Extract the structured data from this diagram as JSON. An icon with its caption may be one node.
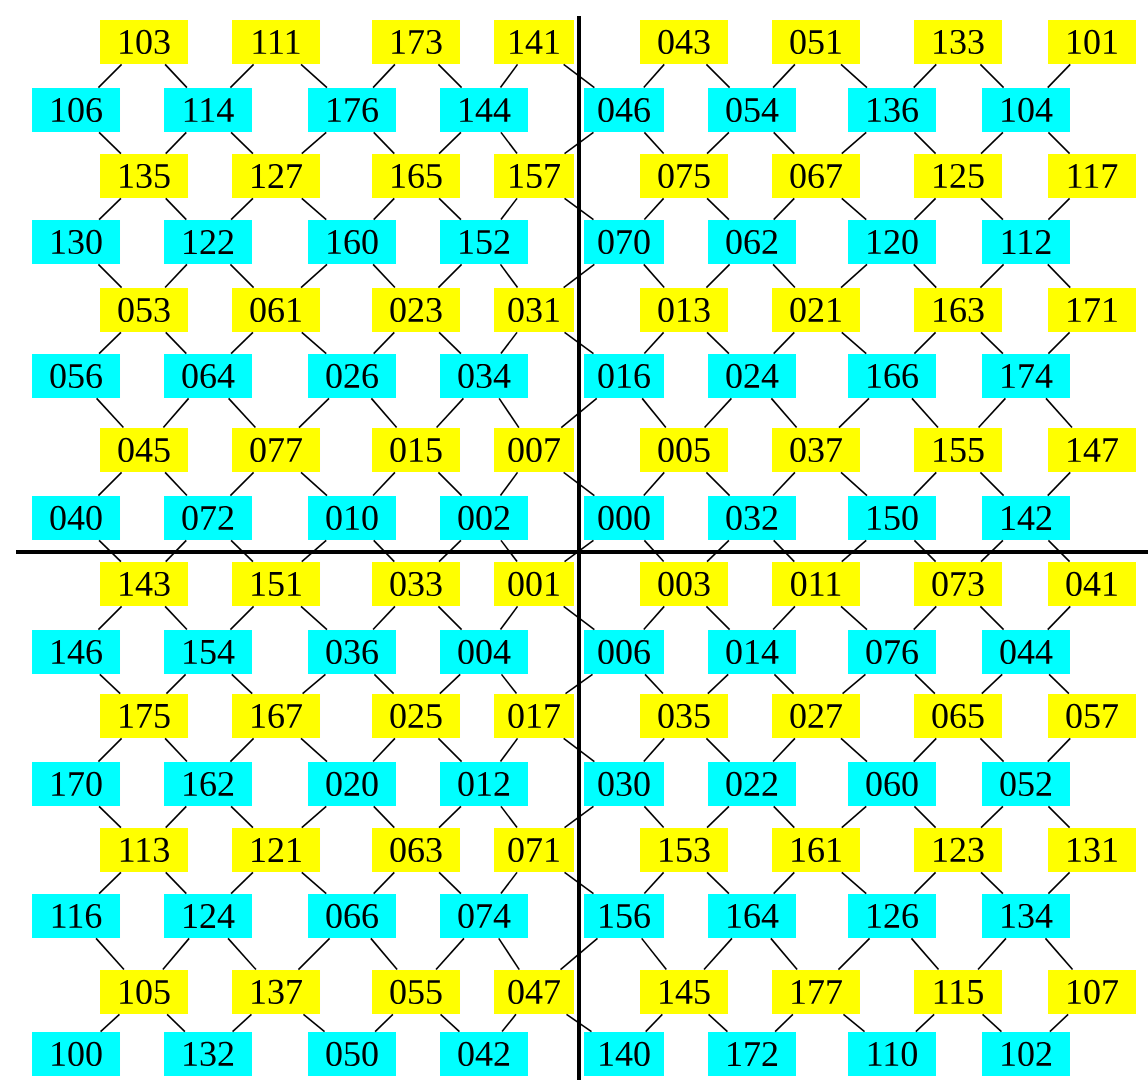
{
  "diagram": {
    "nodes": [
      {
        "text": [
          "103"
        ]
      },
      {
        "text": [
          "111"
        ]
      },
      {
        "text": [
          "173"
        ]
      },
      {
        "text": [
          "141"
        ]
      },
      {
        "text": [
          "043"
        ]
      },
      {
        "text": [
          "051"
        ]
      },
      {
        "text": [
          "133"
        ]
      },
      {
        "text": [
          "101"
        ]
      },
      {
        "text": [
          "106"
        ]
      },
      {
        "text": [
          "114"
        ]
      },
      {
        "text": [
          "176"
        ]
      },
      {
        "text": [
          "144"
        ]
      },
      {
        "text": [
          "046"
        ]
      },
      {
        "text": [
          "054"
        ]
      },
      {
        "text": [
          "136"
        ]
      },
      {
        "text": [
          "104"
        ]
      },
      {
        "text": [
          "135"
        ]
      },
      {
        "text": [
          "127"
        ]
      },
      {
        "text": [
          "165"
        ]
      },
      {
        "text": [
          "157"
        ]
      },
      {
        "text": [
          "075"
        ]
      },
      {
        "text": [
          "067"
        ]
      },
      {
        "text": [
          "125"
        ]
      },
      {
        "text": [
          "117"
        ]
      },
      {
        "text": [
          "130"
        ]
      },
      {
        "text": [
          "122"
        ]
      },
      {
        "text": [
          "160"
        ]
      },
      {
        "text": [
          "152"
        ]
      },
      {
        "text": [
          "070"
        ]
      },
      {
        "text": [
          "062"
        ]
      },
      {
        "text": [
          "120"
        ]
      },
      {
        "text": [
          "112"
        ]
      },
      {
        "text": [
          "053"
        ]
      },
      {
        "text": [
          "061"
        ]
      },
      {
        "text": [
          "023"
        ]
      },
      {
        "text": [
          "031"
        ]
      },
      {
        "text": [
          "013"
        ]
      },
      {
        "text": [
          "021"
        ]
      },
      {
        "text": [
          "163"
        ]
      },
      {
        "text": [
          "171"
        ]
      },
      {
        "text": [
          "056"
        ]
      },
      {
        "text": [
          "064"
        ]
      },
      {
        "text": [
          "026"
        ]
      },
      {
        "text": [
          "034"
        ]
      },
      {
        "text": [
          "016"
        ]
      },
      {
        "text": [
          "024"
        ]
      },
      {
        "text": [
          "166"
        ]
      },
      {
        "text": [
          "174"
        ]
      },
      {
        "text": [
          "045"
        ]
      },
      {
        "text": [
          "077"
        ]
      },
      {
        "text": [
          "015"
        ]
      },
      {
        "text": [
          "007"
        ]
      },
      {
        "text": [
          "005"
        ]
      },
      {
        "text": [
          "037"
        ]
      },
      {
        "text": [
          "155"
        ]
      },
      {
        "text": [
          "147"
        ]
      },
      {
        "text": [
          "040"
        ]
      },
      {
        "text": [
          "072"
        ]
      },
      {
        "text": [
          "010"
        ]
      },
      {
        "text": [
          "002"
        ]
      },
      {
        "text": [
          "000"
        ]
      },
      {
        "text": [
          "032"
        ]
      },
      {
        "text": [
          "150"
        ]
      },
      {
        "text": [
          "142"
        ]
      },
      {
        "text": [
          "143"
        ]
      },
      {
        "text": [
          "151"
        ]
      },
      {
        "text": [
          "033"
        ]
      },
      {
        "text": [
          "001"
        ]
      },
      {
        "text": [
          "003"
        ]
      },
      {
        "text": [
          "011"
        ]
      },
      {
        "text": [
          "073"
        ]
      },
      {
        "text": [
          "041"
        ]
      },
      {
        "text": [
          "146"
        ]
      },
      {
        "text": [
          "154"
        ]
      },
      {
        "text": [
          "036"
        ]
      },
      {
        "text": [
          "004"
        ]
      },
      {
        "text": [
          "006"
        ]
      },
      {
        "text": [
          "014"
        ]
      },
      {
        "text": [
          "076"
        ]
      },
      {
        "text": [
          "044"
        ]
      },
      {
        "text": [
          "175"
        ]
      },
      {
        "text": [
          "167"
        ]
      },
      {
        "text": [
          "025"
        ]
      },
      {
        "text": [
          "017"
        ]
      },
      {
        "text": [
          "035"
        ]
      },
      {
        "text": [
          "027"
        ]
      },
      {
        "text": [
          "065"
        ]
      },
      {
        "text": [
          "057"
        ]
      },
      {
        "text": [
          "170"
        ]
      },
      {
        "text": [
          "162"
        ]
      },
      {
        "text": [
          "020"
        ]
      },
      {
        "text": [
          "012"
        ]
      },
      {
        "text": [
          "030"
        ]
      },
      {
        "text": [
          "022"
        ]
      },
      {
        "text": [
          "060"
        ]
      },
      {
        "text": [
          "052"
        ]
      },
      {
        "text": [
          "113"
        ]
      },
      {
        "text": [
          "121"
        ]
      },
      {
        "text": [
          "063"
        ]
      },
      {
        "text": [
          "071"
        ]
      },
      {
        "text": [
          "153"
        ]
      },
      {
        "text": [
          "161"
        ]
      },
      {
        "text": [
          "123"
        ]
      },
      {
        "text": [
          "131"
        ]
      },
      {
        "text": [
          "116"
        ]
      },
      {
        "text": [
          "124"
        ]
      },
      {
        "text": [
          "066"
        ]
      },
      {
        "text": [
          "074"
        ]
      },
      {
        "text": [
          "156"
        ]
      },
      {
        "text": [
          "164"
        ]
      },
      {
        "text": [
          "126"
        ]
      },
      {
        "text": [
          "134"
        ]
      },
      {
        "text": [
          "105"
        ]
      },
      {
        "text": [
          "137"
        ]
      },
      {
        "text": [
          "055"
        ]
      },
      {
        "text": [
          "047"
        ]
      },
      {
        "text": [
          "145"
        ]
      },
      {
        "text": [
          "177"
        ]
      },
      {
        "text": [
          "115"
        ]
      },
      {
        "text": [
          "107"
        ]
      },
      {
        "text": [
          "100"
        ]
      },
      {
        "text": [
          "132"
        ]
      },
      {
        "text": [
          "050"
        ]
      },
      {
        "text": [
          "042"
        ]
      },
      {
        "text": [
          "140"
        ]
      },
      {
        "text": [
          "172"
        ]
      },
      {
        "text": [
          "110"
        ]
      },
      {
        "text": [
          "102"
        ]
      }
    ],
    "edges": [
      {
        "from": 0,
        "to": 8,
        "arrow": "none"
      },
      {
        "from": 0,
        "to": 9,
        "arrow": "none"
      },
      {
        "from": 1,
        "to": 9,
        "arrow": "none"
      },
      {
        "from": 1,
        "to": 10,
        "arrow": "none"
      },
      {
        "from": 2,
        "to": 10,
        "arrow": "none"
      },
      {
        "from": 2,
        "to": 11,
        "arrow": "none"
      },
      {
        "from": 3,
        "to": 11,
        "arrow": "none"
      },
      {
        "from": 3,
        "to": 12,
        "arrow": "none"
      },
      {
        "from": 4,
        "to": 12,
        "arrow": "none"
      },
      {
        "from": 4,
        "to": 13,
        "arrow": "none"
      },
      {
        "from": 5,
        "to": 13,
        "arrow": "none"
      },
      {
        "from": 5,
        "to": 14,
        "arrow": "none"
      },
      {
        "from": 6,
        "to": 14,
        "arrow": "none"
      },
      {
        "from": 6,
        "to": 15,
        "arrow": "none"
      },
      {
        "from": 7,
        "to": 15,
        "arrow": "none"
      },
      {
        "from": 8,
        "to": 16,
        "arrow": "none"
      },
      {
        "from": 9,
        "to": 16,
        "arrow": "none"
      },
      {
        "from": 9,
        "to": 17,
        "arrow": "none"
      },
      {
        "from": 10,
        "to": 17,
        "arrow": "none"
      },
      {
        "from": 10,
        "to": 18,
        "arrow": "none"
      },
      {
        "from": 11,
        "to": 18,
        "arrow": "none"
      },
      {
        "from": 11,
        "to": 19,
        "arrow": "none"
      },
      {
        "from": 12,
        "to": 19,
        "arrow": "none"
      },
      {
        "from": 12,
        "to": 20,
        "arrow": "none"
      },
      {
        "from": 13,
        "to": 20,
        "arrow": "none"
      },
      {
        "from": 13,
        "to": 21,
        "arrow": "none"
      },
      {
        "from": 14,
        "to": 21,
        "arrow": "none"
      },
      {
        "from": 14,
        "to": 22,
        "arrow": "none"
      },
      {
        "from": 15,
        "to": 22,
        "arrow": "none"
      },
      {
        "from": 15,
        "to": 23,
        "arrow": "none"
      },
      {
        "from": 16,
        "to": 24,
        "arrow": "none"
      },
      {
        "from": 16,
        "to": 25,
        "arrow": "none"
      },
      {
        "from": 17,
        "to": 25,
        "arrow": "none"
      },
      {
        "from": 17,
        "to": 26,
        "arrow": "none"
      },
      {
        "from": 18,
        "to": 26,
        "arrow": "none"
      },
      {
        "from": 18,
        "to": 27,
        "arrow": "none"
      },
      {
        "from": 19,
        "to": 27,
        "arrow": "none"
      },
      {
        "from": 19,
        "to": 28,
        "arrow": "none"
      },
      {
        "from": 20,
        "to": 28,
        "arrow": "none"
      },
      {
        "from": 20,
        "to": 29,
        "arrow": "none"
      },
      {
        "from": 21,
        "to": 29,
        "arrow": "none"
      },
      {
        "from": 21,
        "to": 30,
        "arrow": "none"
      },
      {
        "from": 22,
        "to": 30,
        "arrow": "none"
      },
      {
        "from": 22,
        "to": 31,
        "arrow": "none"
      },
      {
        "from": 23,
        "to": 31,
        "arrow": "none"
      },
      {
        "from": 24,
        "to": 32,
        "arrow": "none"
      },
      {
        "from": 25,
        "to": 32,
        "arrow": "none"
      },
      {
        "from": 25,
        "to": 33,
        "arrow": "none"
      },
      {
        "from": 26,
        "to": 33,
        "arrow": "none"
      },
      {
        "from": 26,
        "to": 34,
        "arrow": "none"
      },
      {
        "from": 27,
        "to": 34,
        "arrow": "none"
      },
      {
        "from": 27,
        "to": 35,
        "arrow": "none"
      },
      {
        "from": 28,
        "to": 35,
        "arrow": "none"
      },
      {
        "from": 28,
        "to": 36,
        "arrow": "none"
      },
      {
        "from": 29,
        "to": 36,
        "arrow": "none"
      },
      {
        "from": 29,
        "to": 37,
        "arrow": "none"
      },
      {
        "from": 30,
        "to": 37,
        "arrow": "none"
      },
      {
        "from": 30,
        "to": 38,
        "arrow": "none"
      },
      {
        "from": 31,
        "to": 38,
        "arrow": "none"
      },
      {
        "from": 31,
        "to": 39,
        "arrow": "none"
      },
      {
        "from": 32,
        "to": 40,
        "arrow": "none"
      },
      {
        "from": 32,
        "to": 41,
        "arrow": "none"
      },
      {
        "from": 33,
        "to": 41,
        "arrow": "none"
      },
      {
        "from": 33,
        "to": 42,
        "arrow": "none"
      },
      {
        "from": 34,
        "to": 42,
        "arrow": "none"
      },
      {
        "from": 34,
        "to": 43,
        "arrow": "none"
      },
      {
        "from": 35,
        "to": 43,
        "arrow": "none"
      },
      {
        "from": 35,
        "to": 44,
        "arrow": "none"
      },
      {
        "from": 36,
        "to": 44,
        "arrow": "none"
      },
      {
        "from": 36,
        "to": 45,
        "arrow": "none"
      },
      {
        "from": 37,
        "to": 45,
        "arrow": "none"
      },
      {
        "from": 37,
        "to": 46,
        "arrow": "none"
      },
      {
        "from": 38,
        "to": 46,
        "arrow": "none"
      },
      {
        "from": 38,
        "to": 47,
        "arrow": "none"
      },
      {
        "from": 39,
        "to": 47,
        "arrow": "none"
      },
      {
        "from": 40,
        "to": 48,
        "arrow": "none"
      },
      {
        "from": 41,
        "to": 48,
        "arrow": "none"
      },
      {
        "from": 41,
        "to": 49,
        "arrow": "none"
      },
      {
        "from": 42,
        "to": 49,
        "arrow": "none"
      },
      {
        "from": 42,
        "to": 50,
        "arrow": "none"
      },
      {
        "from": 43,
        "to": 50,
        "arrow": "none"
      },
      {
        "from": 43,
        "to": 51,
        "arrow": "none"
      },
      {
        "from": 44,
        "to": 51,
        "arrow": "none"
      },
      {
        "from": 44,
        "to": 52,
        "arrow": "none"
      },
      {
        "from": 45,
        "to": 52,
        "arrow": "none"
      },
      {
        "from": 45,
        "to": 53,
        "arrow": "none"
      },
      {
        "from": 46,
        "to": 53,
        "arrow": "none"
      },
      {
        "from": 46,
        "to": 54,
        "arrow": "none"
      },
      {
        "from": 47,
        "to": 54,
        "arrow": "none"
      },
      {
        "from": 47,
        "to": 55,
        "arrow": "none"
      },
      {
        "from": 48,
        "to": 56,
        "arrow": "none"
      },
      {
        "from": 48,
        "to": 57,
        "arrow": "none"
      },
      {
        "from": 49,
        "to": 57,
        "arrow": "none"
      },
      {
        "from": 49,
        "to": 58,
        "arrow": "none"
      },
      {
        "from": 50,
        "to": 58,
        "arrow": "none"
      },
      {
        "from": 50,
        "to": 59,
        "arrow": "none"
      },
      {
        "from": 51,
        "to": 59,
        "arrow": "none"
      },
      {
        "from": 51,
        "to": 60,
        "arrow": "none"
      },
      {
        "from": 52,
        "to": 60,
        "arrow": "none"
      },
      {
        "from": 52,
        "to": 61,
        "arrow": "none"
      },
      {
        "from": 53,
        "to": 61,
        "arrow": "none"
      },
      {
        "from": 53,
        "to": 62,
        "arrow": "none"
      },
      {
        "from": 54,
        "to": 62,
        "arrow": "none"
      },
      {
        "from": 54,
        "to": 63,
        "arrow": "none"
      },
      {
        "from": 55,
        "to": 63,
        "arrow": "none"
      },
      {
        "from": 56,
        "to": 64,
        "arrow": "none"
      },
      {
        "from": 57,
        "to": 64,
        "arrow": "none"
      },
      {
        "from": 57,
        "to": 65,
        "arrow": "none"
      },
      {
        "from": 58,
        "to": 65,
        "arrow": "none"
      },
      {
        "from": 58,
        "to": 66,
        "arrow": "none"
      },
      {
        "from": 59,
        "to": 66,
        "arrow": "none"
      },
      {
        "from": 59,
        "to": 67,
        "arrow": "none"
      },
      {
        "from": 60,
        "to": 67,
        "arrow": "none"
      },
      {
        "from": 60,
        "to": 68,
        "arrow": "none"
      },
      {
        "from": 61,
        "to": 68,
        "arrow": "none"
      },
      {
        "from": 61,
        "to": 69,
        "arrow": "none"
      },
      {
        "from": 62,
        "to": 69,
        "arrow": "none"
      },
      {
        "from": 62,
        "to": 70,
        "arrow": "none"
      },
      {
        "from": 63,
        "to": 70,
        "arrow": "none"
      },
      {
        "from": 63,
        "to": 71,
        "arrow": "none"
      },
      {
        "from": 64,
        "to": 72,
        "arrow": "none"
      },
      {
        "from": 64,
        "to": 73,
        "arrow": "none"
      },
      {
        "from": 65,
        "to": 73,
        "arrow": "none"
      },
      {
        "from": 65,
        "to": 74,
        "arrow": "none"
      },
      {
        "from": 66,
        "to": 74,
        "arrow": "none"
      },
      {
        "from": 66,
        "to": 75,
        "arrow": "none"
      },
      {
        "from": 67,
        "to": 75,
        "arrow": "none"
      },
      {
        "from": 67,
        "to": 76,
        "arrow": "none"
      },
      {
        "from": 68,
        "to": 76,
        "arrow": "none"
      },
      {
        "from": 68,
        "to": 77,
        "arrow": "none"
      },
      {
        "from": 69,
        "to": 77,
        "arrow": "none"
      },
      {
        "from": 69,
        "to": 78,
        "arrow": "none"
      },
      {
        "from": 70,
        "to": 78,
        "arrow": "none"
      },
      {
        "from": 70,
        "to": 79,
        "arrow": "none"
      },
      {
        "from": 71,
        "to": 79,
        "arrow": "none"
      },
      {
        "from": 72,
        "to": 80,
        "arrow": "none"
      },
      {
        "from": 73,
        "to": 80,
        "arrow": "none"
      },
      {
        "from": 73,
        "to": 81,
        "arrow": "none"
      },
      {
        "from": 74,
        "to": 81,
        "arrow": "none"
      },
      {
        "from": 74,
        "to": 82,
        "arrow": "none"
      },
      {
        "from": 75,
        "to": 82,
        "arrow": "none"
      },
      {
        "from": 75,
        "to": 83,
        "arrow": "none"
      },
      {
        "from": 76,
        "to": 83,
        "arrow": "none"
      },
      {
        "from": 76,
        "to": 84,
        "arrow": "none"
      },
      {
        "from": 77,
        "to": 84,
        "arrow": "none"
      },
      {
        "from": 77,
        "to": 85,
        "arrow": "none"
      },
      {
        "from": 78,
        "to": 85,
        "arrow": "none"
      },
      {
        "from": 78,
        "to": 86,
        "arrow": "none"
      },
      {
        "from": 79,
        "to": 86,
        "arrow": "none"
      },
      {
        "from": 79,
        "to": 87,
        "arrow": "none"
      },
      {
        "from": 80,
        "to": 88,
        "arrow": "none"
      },
      {
        "from": 80,
        "to": 89,
        "arrow": "none"
      },
      {
        "from": 81,
        "to": 89,
        "arrow": "none"
      },
      {
        "from": 81,
        "to": 90,
        "arrow": "none"
      },
      {
        "from": 82,
        "to": 90,
        "arrow": "none"
      },
      {
        "from": 82,
        "to": 91,
        "arrow": "none"
      },
      {
        "from": 83,
        "to": 91,
        "arrow": "none"
      },
      {
        "from": 83,
        "to": 92,
        "arrow": "none"
      },
      {
        "from": 84,
        "to": 92,
        "arrow": "none"
      },
      {
        "from": 84,
        "to": 93,
        "arrow": "none"
      },
      {
        "from": 85,
        "to": 93,
        "arrow": "none"
      },
      {
        "from": 85,
        "to": 94,
        "arrow": "none"
      },
      {
        "from": 86,
        "to": 94,
        "arrow": "none"
      },
      {
        "from": 86,
        "to": 95,
        "arrow": "none"
      },
      {
        "from": 87,
        "to": 95,
        "arrow": "none"
      },
      {
        "from": 88,
        "to": 96,
        "arrow": "none"
      },
      {
        "from": 89,
        "to": 96,
        "arrow": "none"
      },
      {
        "from": 89,
        "to": 97,
        "arrow": "none"
      },
      {
        "from": 90,
        "to": 97,
        "arrow": "none"
      },
      {
        "from": 90,
        "to": 98,
        "arrow": "none"
      },
      {
        "from": 91,
        "to": 98,
        "arrow": "none"
      },
      {
        "from": 91,
        "to": 99,
        "arrow": "none"
      },
      {
        "from": 92,
        "to": 99,
        "arrow": "none"
      },
      {
        "from": 92,
        "to": 100,
        "arrow": "none"
      },
      {
        "from": 93,
        "to": 100,
        "arrow": "none"
      },
      {
        "from": 93,
        "to": 101,
        "arrow": "none"
      },
      {
        "from": 94,
        "to": 101,
        "arrow": "none"
      },
      {
        "from": 94,
        "to": 102,
        "arrow": "none"
      },
      {
        "from": 95,
        "to": 102,
        "arrow": "none"
      },
      {
        "from": 95,
        "to": 103,
        "arrow": "none"
      },
      {
        "from": 96,
        "to": 104,
        "arrow": "none"
      },
      {
        "from": 96,
        "to": 105,
        "arrow": "none"
      },
      {
        "from": 97,
        "to": 105,
        "arrow": "none"
      },
      {
        "from": 97,
        "to": 106,
        "arrow": "none"
      },
      {
        "from": 98,
        "to": 106,
        "arrow": "none"
      },
      {
        "from": 98,
        "to": 107,
        "arrow": "none"
      },
      {
        "from": 99,
        "to": 107,
        "arrow": "none"
      },
      {
        "from": 99,
        "to": 108,
        "arrow": "none"
      },
      {
        "from": 100,
        "to": 108,
        "arrow": "none"
      },
      {
        "from": 100,
        "to": 109,
        "arrow": "none"
      },
      {
        "from": 101,
        "to": 109,
        "arrow": "none"
      },
      {
        "from": 101,
        "to": 110,
        "arrow": "none"
      },
      {
        "from": 102,
        "to": 110,
        "arrow": "none"
      },
      {
        "from": 102,
        "to": 111,
        "arrow": "none"
      },
      {
        "from": 103,
        "to": 111,
        "arrow": "none"
      },
      {
        "from": 104,
        "to": 112,
        "arrow": "none"
      },
      {
        "from": 105,
        "to": 112,
        "arrow": "none"
      },
      {
        "from": 105,
        "to": 113,
        "arrow": "none"
      },
      {
        "from": 106,
        "to": 113,
        "arrow": "none"
      },
      {
        "from": 106,
        "to": 114,
        "arrow": "none"
      },
      {
        "from": 107,
        "to": 114,
        "arrow": "none"
      },
      {
        "from": 107,
        "to": 115,
        "arrow": "none"
      },
      {
        "from": 108,
        "to": 115,
        "arrow": "none"
      },
      {
        "from": 108,
        "to": 116,
        "arrow": "none"
      },
      {
        "from": 109,
        "to": 116,
        "arrow": "none"
      },
      {
        "from": 109,
        "to": 117,
        "arrow": "none"
      },
      {
        "from": 110,
        "to": 117,
        "arrow": "none"
      },
      {
        "from": 110,
        "to": 118,
        "arrow": "none"
      },
      {
        "from": 111,
        "to": 118,
        "arrow": "none"
      },
      {
        "from": 111,
        "to": 119,
        "arrow": "none"
      },
      {
        "from": 112,
        "to": 120,
        "arrow": "none"
      },
      {
        "from": 112,
        "to": 121,
        "arrow": "none"
      },
      {
        "from": 113,
        "to": 121,
        "arrow": "none"
      },
      {
        "from": 113,
        "to": 122,
        "arrow": "none"
      },
      {
        "from": 114,
        "to": 122,
        "arrow": "none"
      },
      {
        "from": 114,
        "to": 123,
        "arrow": "none"
      },
      {
        "from": 115,
        "to": 123,
        "arrow": "none"
      },
      {
        "from": 115,
        "to": 124,
        "arrow": "none"
      },
      {
        "from": 116,
        "to": 124,
        "arrow": "none"
      },
      {
        "from": 116,
        "to": 125,
        "arrow": "none"
      },
      {
        "from": 117,
        "to": 125,
        "arrow": "none"
      },
      {
        "from": 117,
        "to": 126,
        "arrow": "none"
      },
      {
        "from": 118,
        "to": 126,
        "arrow": "none"
      },
      {
        "from": 118,
        "to": 127,
        "arrow": "none"
      },
      {
        "from": 119,
        "to": 127,
        "arrow": "none"
      }
    ]
  }
}
